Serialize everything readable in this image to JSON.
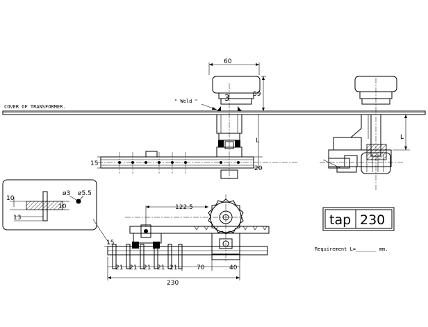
{
  "drawing": {
    "cover_label": "COVER OF TRANSFORMER.",
    "weld_label": "\" Weld \"",
    "dims_front": {
      "width_top": "60",
      "height_top": "59",
      "small_3": "3",
      "left_15": "15",
      "right_20": "20"
    },
    "dims_side": {
      "length_L": "L"
    },
    "detail": {
      "d10_top": "10",
      "d10_mid": "10",
      "d13": "13",
      "phi3": "ø3",
      "phi55": "ø5.5"
    },
    "dims_bottom": {
      "d122_5": "122.5",
      "d15": "15",
      "pitch": [
        "21",
        "21",
        "21",
        "21",
        "21"
      ],
      "d70": "70",
      "d40": "40",
      "d230": "230"
    },
    "tap_box": {
      "label": "tap",
      "value": "230"
    },
    "requirement": "Requirement  L=_______  mm."
  }
}
